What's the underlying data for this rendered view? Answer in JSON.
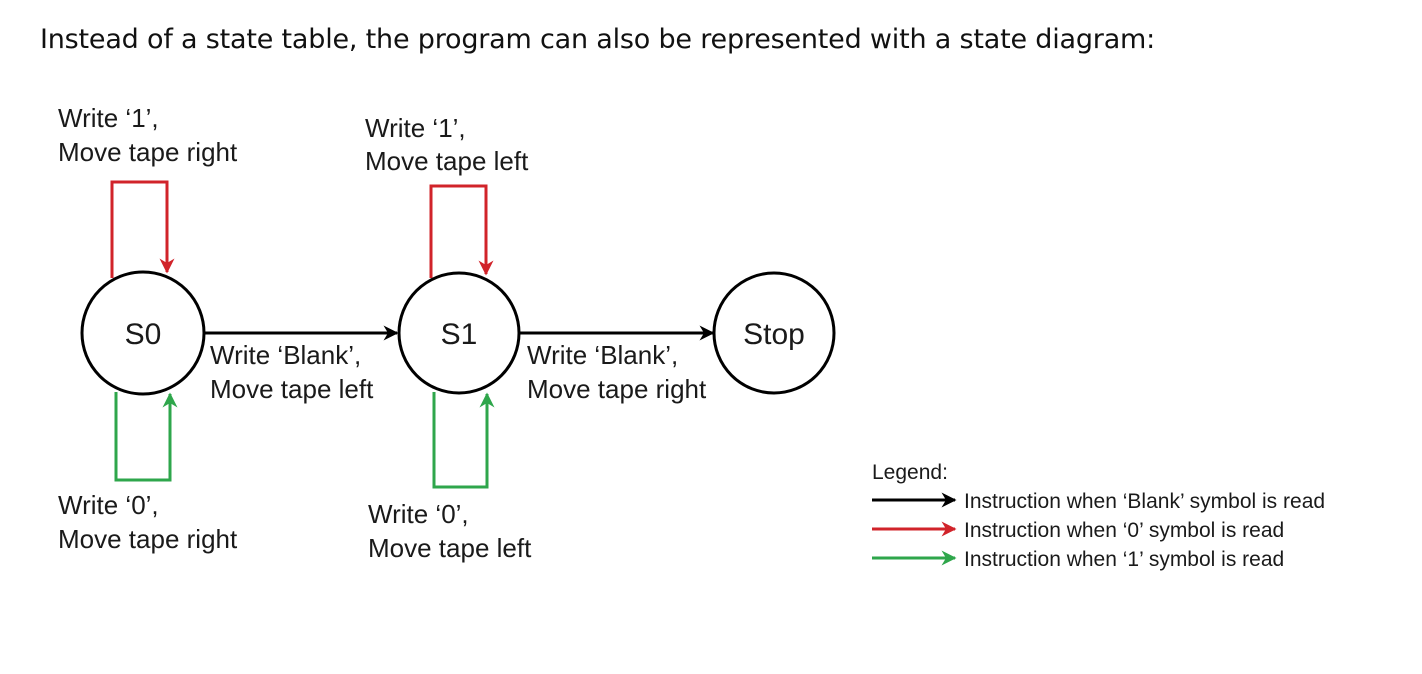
{
  "heading": "Instead of a state table, the program can also be represented with a state diagram:",
  "states": {
    "s0": "S0",
    "s1": "S1",
    "stop": "Stop"
  },
  "transitions": {
    "s0_self_zero": {
      "line1": "Write ‘1’,",
      "line2": "Move tape right"
    },
    "s0_self_one": {
      "line1": "Write ‘0’,",
      "line2": "Move tape right"
    },
    "s0_to_s1_blank": {
      "line1": "Write ‘Blank’,",
      "line2": "Move tape left"
    },
    "s1_self_zero": {
      "line1": "Write ‘1’,",
      "line2": "Move tape left"
    },
    "s1_self_one": {
      "line1": "Write ‘0’,",
      "line2": "Move tape left"
    },
    "s1_to_stop_blank": {
      "line1": "Write ‘Blank’,",
      "line2": "Move tape right"
    }
  },
  "legend": {
    "title": "Legend:",
    "items": [
      {
        "text": "Instruction when ‘Blank’ symbol is read",
        "color": "#000000"
      },
      {
        "text": "Instruction when ‘0’ symbol is read",
        "color": "#d1232a"
      },
      {
        "text": "Instruction when ‘1’ symbol is read",
        "color": "#2ea64b"
      }
    ]
  },
  "colors": {
    "blank": "#000000",
    "zero": "#d1232a",
    "one": "#2ea64b"
  }
}
